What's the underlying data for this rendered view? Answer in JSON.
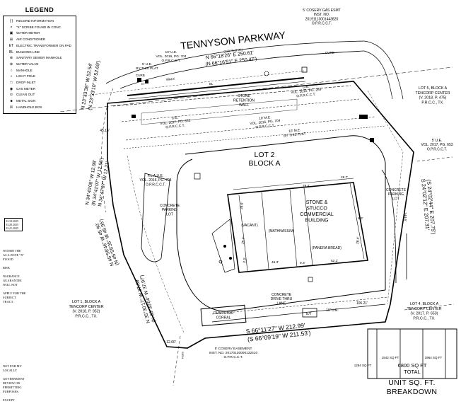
{
  "legend": {
    "title": "LEGEND",
    "items": [
      {
        "symbol": "( )",
        "label": "RECORD INFORMATION"
      },
      {
        "symbol": "×",
        "label": "\"X\" SCRIBE FOUND IN CONC."
      },
      {
        "symbol": "▣",
        "label": "WATER METER"
      },
      {
        "symbol": "⊞",
        "label": "AIR CONDITIONER"
      },
      {
        "symbol": "ET",
        "label": "ELECTRIC TRANSFORMER ON PAD"
      },
      {
        "symbol": "BL",
        "label": "BUILDING LINE"
      },
      {
        "symbol": "⊕",
        "label": "SANITARY SEWER MANHOLE"
      },
      {
        "symbol": "⊗",
        "label": "WATER VALVE"
      },
      {
        "symbol": "○",
        "label": "MANHOLE"
      },
      {
        "symbol": "☼",
        "label": "LIGHT POLE"
      },
      {
        "symbol": "□",
        "label": "DROP INLET"
      },
      {
        "symbol": "◉",
        "label": "GAS METER"
      },
      {
        "symbol": "⊙",
        "label": "CLEAN OUT"
      },
      {
        "symbol": "■",
        "label": "METAL SIGN"
      },
      {
        "symbol": "☒",
        "label": "HANDHOLE BOX"
      }
    ]
  },
  "dates": [
    "03.18.2025",
    "03.20.2025",
    "03.21.2025"
  ],
  "notes": {
    "flood": [
      "WITHIN THE",
      "AS A ZONE \"X\"",
      "FLOOD",
      "",
      "RISK",
      "",
      "NSURANCE",
      "GUARANTEE",
      "WILL NOT",
      "",
      "APPLY FOR THE",
      "SUBJECT",
      "TRACT."
    ],
    "review": [
      "NOT FOR MY",
      "LOCALLY",
      "",
      "GOVERNMENT",
      "REVIEW OR",
      "PERMITTING",
      "PURPOSES.",
      "",
      "EXCEPT"
    ]
  },
  "street": {
    "name": "TENNYSON PARKWAY",
    "row": "(120' R.O.W.)",
    "curb1": "CURB",
    "curb2": "CURB",
    "walk": "WALK"
  },
  "north_bearing": {
    "line1": "N 66°18'26\" E  250.61'",
    "line2": "(N 66°16'51\" E  250.47')"
  },
  "south_bearing": {
    "line1": "S 66°11'27\" W  212.99'",
    "line2": "(S 66°09'19\" W  211.53')"
  },
  "bearings_left": {
    "top1": "N 23°33'38\" W 52.54'",
    "top2": "(N 23°33'10\" W 52.69')",
    "mid1": "N 34°40'08\" W 12.98'",
    "mid2": "(N 34°41'07\" W 12.96')",
    "mid3": "N 34°47'07\" W 12.21'",
    "low1": "N 45°58'46\" W 45.90'",
    "low2": "(N 45°55'35\" W 45.95')",
    "bot1": "N 35°30'17\" W 37.69'",
    "bot2": "(N 35°30'04\" W 37.97')"
  },
  "bearing_right": {
    "line1": "(S 24°02'44\" E  207.75')",
    "line2": "S 24°02'12\" E  207.31'"
  },
  "small_dims": {
    "top_left": "45.14'",
    "bottom_left": "12.00'",
    "bottom_right": "106.21'",
    "ten_ue": "10' U.E."
  },
  "easements": {
    "gas": [
      "5' COSERV GAS ESMT",
      "INST. NO.",
      "20191113001443820",
      "O.P.R.C.C.T."
    ],
    "ue_top": [
      "10' U.E.",
      "VOL. 2016, PG. 704",
      "O.P.R.C.C.T."
    ],
    "ue_plat": [
      "5' U.E.",
      "BY THIS PLAT"
    ],
    "de_1": [
      "D.E.",
      "VOL. 2017, PG. 653",
      "O.P.R.C.C.T."
    ],
    "de_2": [
      "D.E.",
      "VOL. 2016, PG. 289",
      "O.P.R.C.C.T."
    ],
    "me_1": [
      "10' M.E.",
      "VOL. 2016, PG. 704",
      "O.P.R.C.C.T."
    ],
    "me_2": [
      "10' M.E.",
      "BY THIS PLAT"
    ],
    "ue_right": [
      "5' U.E.",
      "VOL. 2017, PG. 653",
      "O.P.R.C.C.T."
    ],
    "flaue": [
      "F.L.A.U.E.",
      "VOL. 2016, PG. 704",
      "O.P.R.C.C.T."
    ],
    "coserv_bottom": [
      "5' COSERV EASEMENT",
      "INST. NO. 20170130000132410",
      "O.P.R.C.C.T."
    ]
  },
  "stone_wall": [
    "STONE",
    "RETENTION",
    "WALL"
  ],
  "lot": {
    "line1": "LOT 2",
    "line2": "BLOCK A"
  },
  "building": {
    "name": [
      "STONE &",
      "STUCCO",
      "COMMERCIAL",
      "BUILDING"
    ],
    "tenants": [
      "(VACANT)",
      "(MATHNASIUM)",
      "(PANERA BREAD)"
    ],
    "dims": [
      "29.4'",
      "28.7'",
      "28.6'",
      "25.4'",
      "46.3'",
      "9.3'",
      "52.1'",
      "8.3'",
      "28.4'",
      "3.3'"
    ]
  },
  "parking": {
    "left": [
      "CONCRETE",
      "PARKING",
      "LOT"
    ],
    "right": [
      "CONCRETE",
      "PARKING",
      "LOT"
    ],
    "dim_right": "144.6'"
  },
  "drive": [
    "CONCRETE",
    "DRIVE THRU",
    "LANE"
  ],
  "dumpster": [
    "DUMPSTER",
    "CORRAL"
  ],
  "adjacent": {
    "lot5": [
      "LOT 5, BLOCK A",
      "TENCORP CENTER",
      "(V.  2018, P. 475)",
      "P.R.C.C., TX."
    ],
    "lot1": [
      "LOT 1, BLOCK A",
      "TENCORP CENTER",
      "(V.  2018, P. 952)",
      "P.R.C.C., TX."
    ],
    "lot4": [
      "LOT 4, BLOCK A",
      "TENCORP CENTER",
      "(V.  2017, P. 653)",
      "P.R.C.C., TX."
    ]
  },
  "breakdown": {
    "units": [
      "1294 SQ FT",
      "1542 SQ FT",
      "3964 SQ FT"
    ],
    "total": [
      "6800 SQ FT",
      "TOTAL"
    ],
    "label": [
      "UNIT SQ. FT.",
      "BREAKDOWN"
    ]
  },
  "markers": {
    "et": "ET",
    "et2": "E/T",
    "bl": "BL",
    "sign": "SIGN"
  }
}
